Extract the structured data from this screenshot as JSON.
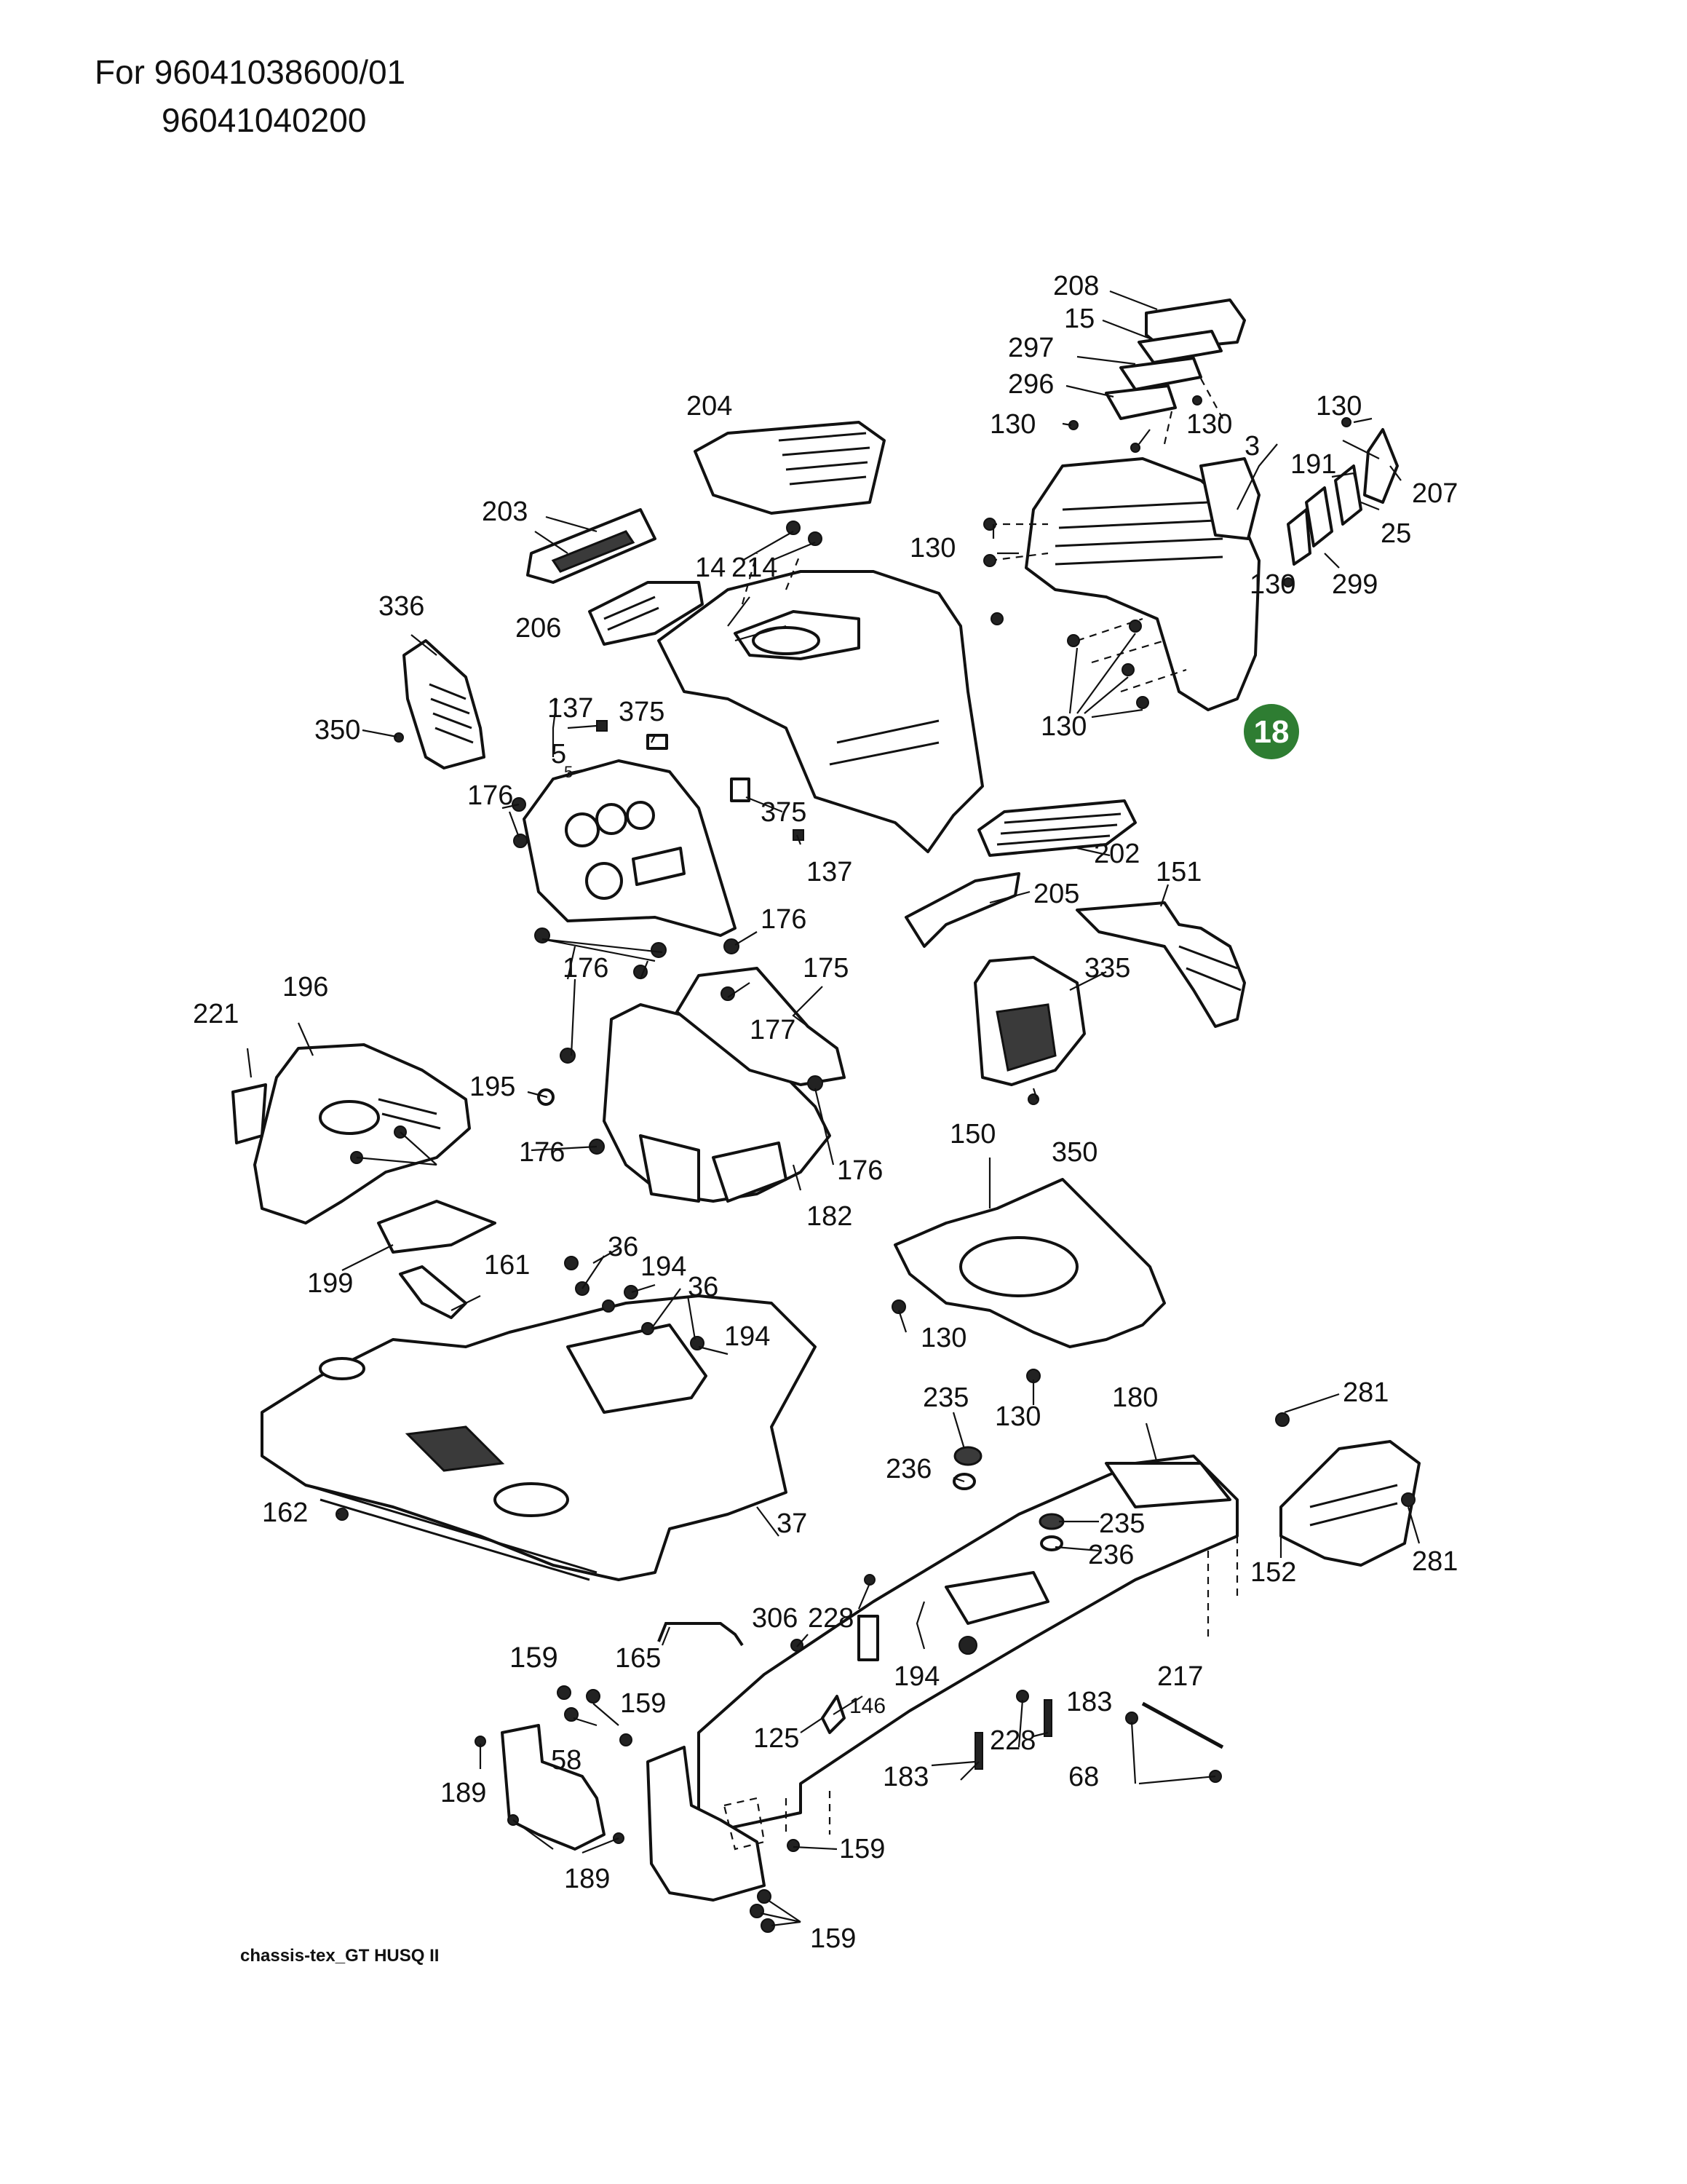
{
  "header": {
    "line1": "For 96041038600/01",
    "line2": "96041040200"
  },
  "badge": {
    "label": "18",
    "color": "#2e7d32"
  },
  "footer": {
    "label": "chassis-tex_GT HUSQ II"
  },
  "callouts": {
    "c208": "208",
    "c15": "15",
    "c297": "297",
    "c296": "296",
    "c130a": "130",
    "c130b": "130",
    "c130c": "130",
    "c130d": "130",
    "c130e": "130",
    "c130f": "130",
    "c3": "3",
    "c191": "191",
    "c207": "207",
    "c25": "25",
    "c299": "299",
    "c204": "204",
    "c203": "203",
    "c14": "14",
    "c214": "214",
    "c206": "206",
    "c336": "336",
    "c350a": "350",
    "c137a": "137",
    "c375a": "375",
    "c5a": "5",
    "c5b": "5",
    "c176a": "176",
    "c375b": "375",
    "c137b": "137",
    "c202": "202",
    "c151": "151",
    "c205": "205",
    "c176b": "176",
    "c176c": "176",
    "c175": "175",
    "c335": "335",
    "c177": "177",
    "c221": "221",
    "c196": "196",
    "c195": "195",
    "c176d": "176",
    "c176e": "176",
    "c350b": "350",
    "c150": "150",
    "c182": "182",
    "c199": "199",
    "c36a": "36",
    "c194a": "194",
    "c36b": "36",
    "c161": "161",
    "c194b": "194",
    "c130g": "130",
    "c130h": "130",
    "c235a": "235",
    "c180": "180",
    "c236a": "236",
    "c281a": "281",
    "c162": "162",
    "c37": "37",
    "c235b": "235",
    "c236b": "236",
    "c152": "152",
    "c281b": "281",
    "c306": "306",
    "c228a": "228",
    "c159a": "159",
    "c165": "165",
    "c194c": "194",
    "c146": "146",
    "c159b": "159",
    "c217": "217",
    "c183a": "183",
    "c125": "125",
    "c228b": "228",
    "c58": "58",
    "c183b": "183",
    "c68": "68",
    "c189a": "189",
    "c159c": "159",
    "c189b": "189",
    "c159d": "159"
  }
}
